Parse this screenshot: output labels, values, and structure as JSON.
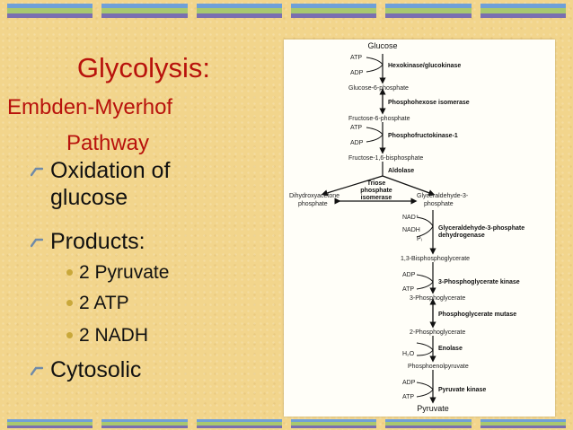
{
  "title": {
    "line1": "Glycolysis:",
    "line2": "Embden-Myerhof",
    "line3": "Pathway"
  },
  "bullets": [
    {
      "text": "Oxidation of",
      "continuation": "glucose"
    },
    {
      "text": "Products:"
    },
    {
      "text": "Cytosolic"
    }
  ],
  "products": [
    "2 Pyruvate",
    "2 ATP",
    "2 NADH"
  ],
  "colors": {
    "background": "#f2d58c",
    "title": "#b8120c",
    "bullet_dash": "#6f8aa8",
    "sub_bullet": "#c9a83a"
  },
  "stripe_colors": [
    "#6fa0d8",
    "#a8c86f",
    "#7a6fb0"
  ],
  "pathway": {
    "metabolites": {
      "glucose": "Glucose",
      "g6p": "Glucose-6-phosphate",
      "f6p": "Fructose-6-phosphate",
      "f16bp": "Fructose-1,6-bisphosphate",
      "dhap": "Dihydroxyacetone",
      "dhap2": "phosphate",
      "g3p": "Glyceraldehyde-3-",
      "g3p2": "phosphate",
      "bpg": "1,3-Bisphosphoglycerate",
      "pg3": "3-Phosphoglycerate",
      "pg2": "2-Phosphoglycerate",
      "pep": "Phosphoenolpyruvate",
      "pyruvate": "Pyruvate"
    },
    "enzymes": {
      "hk": "Hexokinase/glucokinase",
      "pgi": "Phosphohexose isomerase",
      "pfk": "Phosphofructokinase-1",
      "ald": "Aldolase",
      "tpi1": "Triose",
      "tpi2": "phosphate",
      "tpi3": "isomerase",
      "gapdh1": "Glyceraldehyde-3-phosphate",
      "gapdh2": "dehydrogenase",
      "pgk": "3-Phosphoglycerate kinase",
      "pgm": "Phosphoglycerate mutase",
      "eno": "Enolase",
      "pk": "Pyruvate kinase"
    },
    "cofactors": {
      "atp": "ATP",
      "adp": "ADP",
      "nadp": "NAD⁺",
      "nadh": "NADH",
      "pi": "Pᵢ",
      "h2o": "H₂O"
    }
  }
}
